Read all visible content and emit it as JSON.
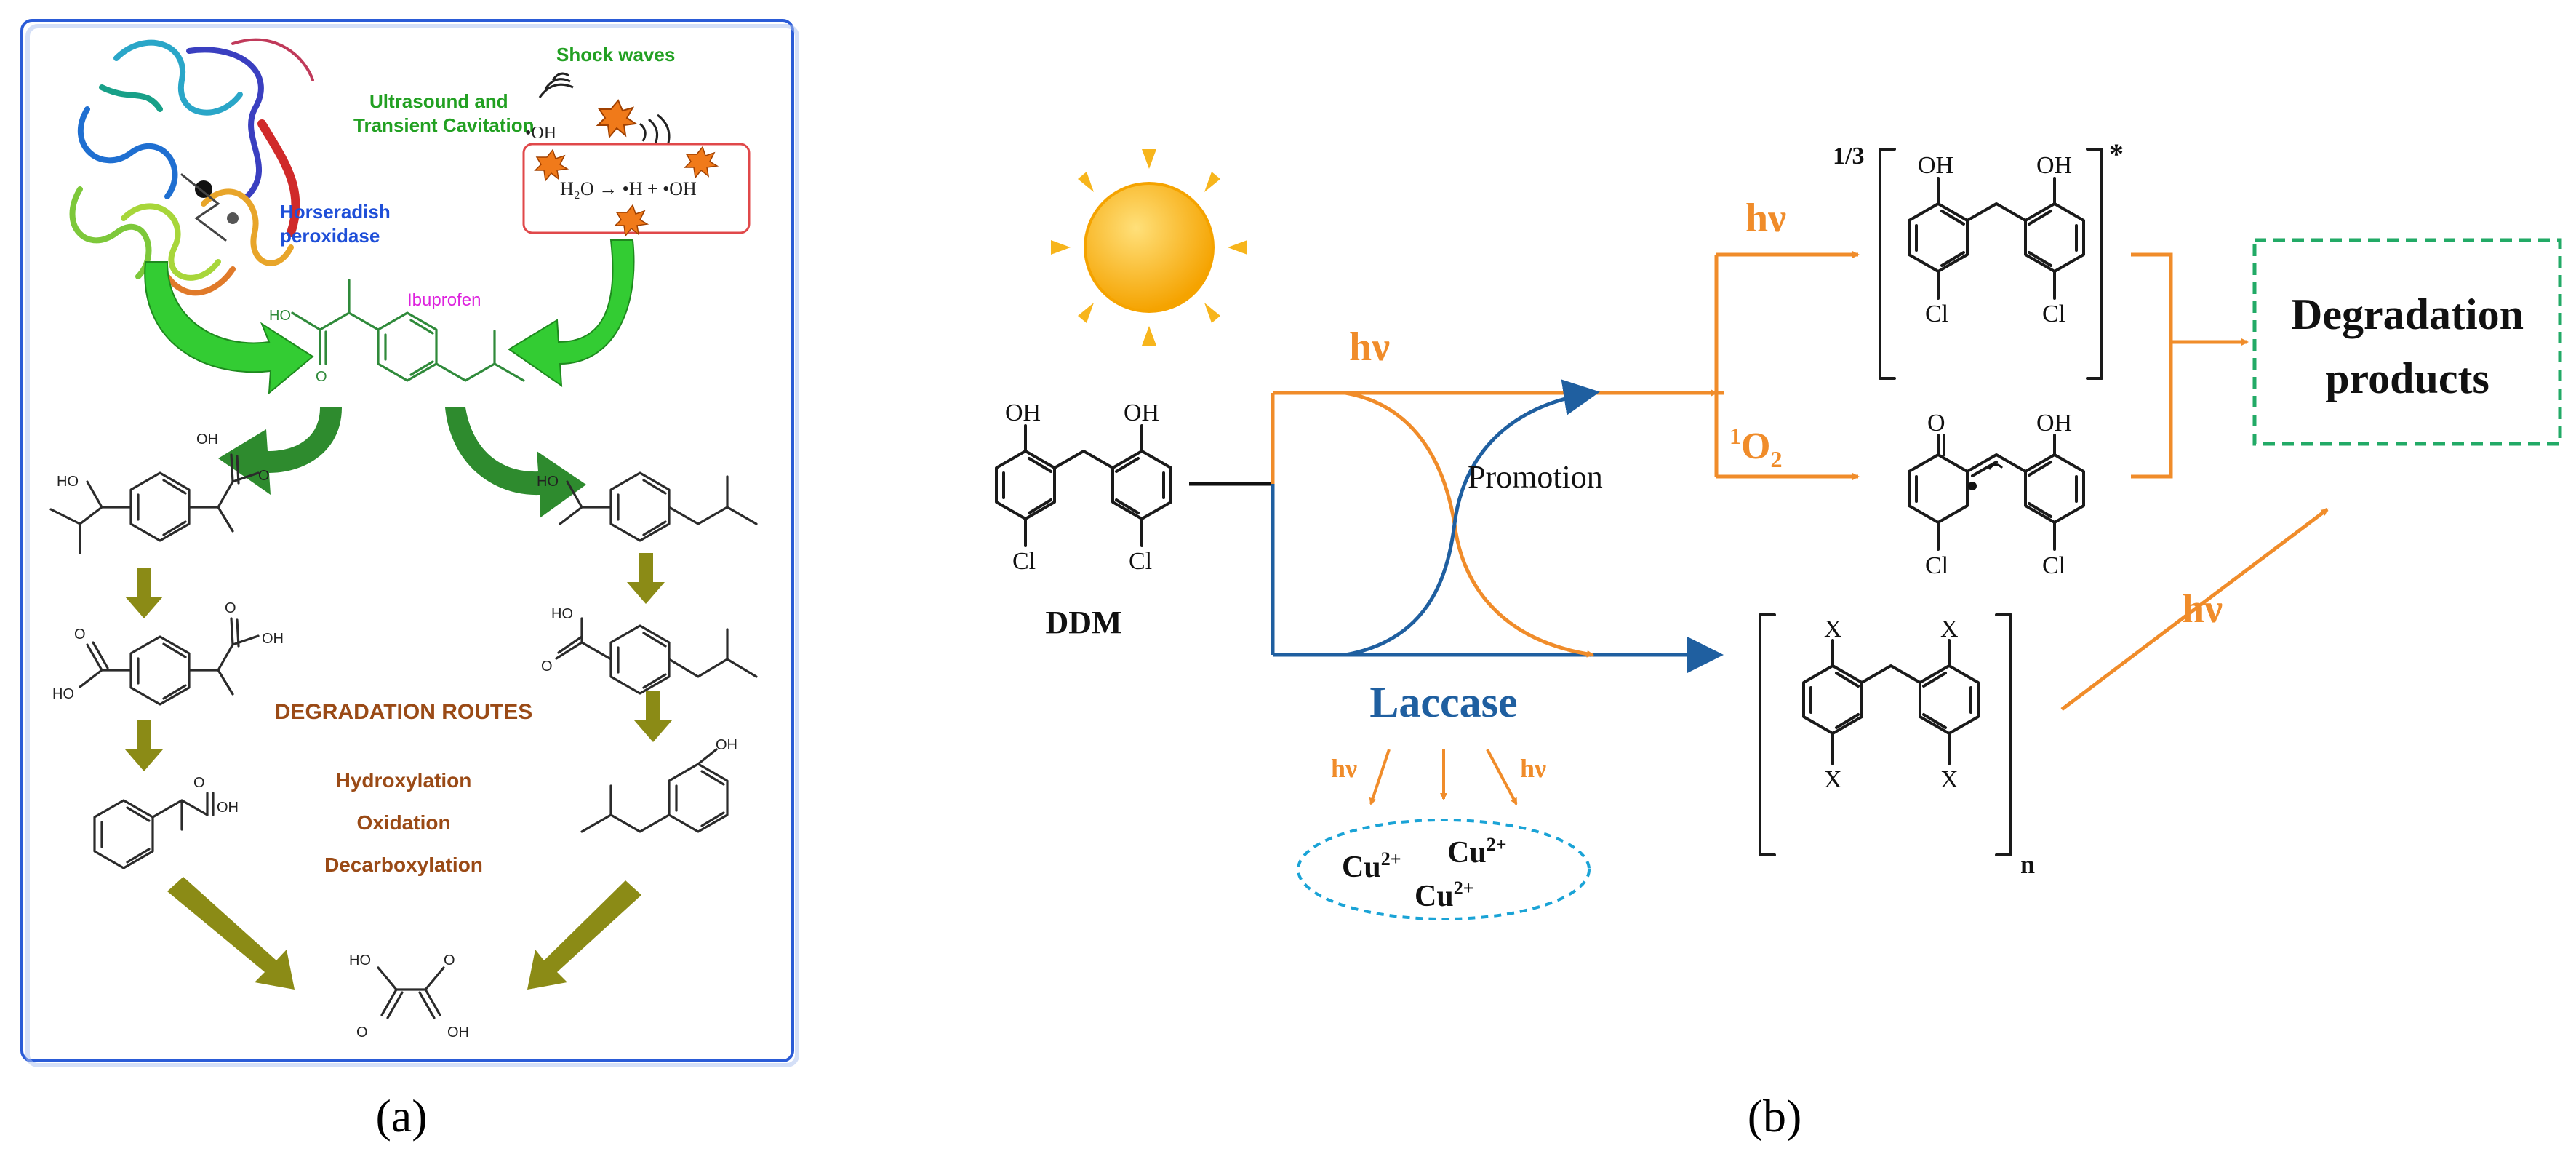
{
  "panel_a": {
    "caption": "(a)",
    "top_labels": {
      "shock_waves": "Shock waves",
      "ultrasound_line1": "Ultrasound and",
      "ultrasound_line2": "Transient Cavitation",
      "hydroxyl": "•OH",
      "equation": "H₂O → •H + •OH",
      "enzyme_line1": "Horseradish",
      "enzyme_line2": "peroxidase",
      "ibuprofen": "Ibuprofen"
    },
    "routes_title": "DEGRADATION ROUTES",
    "routes": [
      "Hydroxylation",
      "Oxidation",
      "Decarboxylation"
    ],
    "atoms": {
      "ho": "HO",
      "o": "O",
      "oh": "OH"
    },
    "colors": {
      "frame": "#2a5bd7",
      "green_arrow": "#33cc33",
      "dark_green_arrow": "#2e8b2e",
      "olive_arrow": "#8b8b16",
      "label_green": "#22a022",
      "label_blue": "#1f4fd8",
      "label_magenta": "#dd22dd",
      "label_brown": "#9a4a16"
    }
  },
  "panel_b": {
    "caption": "(b)",
    "substrate": {
      "name": "DDM",
      "oh": "OH",
      "cl": "Cl"
    },
    "hv": "hν",
    "singlet_oxygen": {
      "sup": "1",
      "main": "O",
      "sub": "2"
    },
    "promotion": "Promotion",
    "laccase": "Laccase",
    "copper": {
      "ion": "Cu",
      "charge": "2+"
    },
    "triplet": {
      "fraction": "1/3",
      "mark": "*"
    },
    "radical_o": "O",
    "polymer": {
      "x": "X",
      "n": "n"
    },
    "products_line1": "Degradation",
    "products_line2": "products",
    "colors": {
      "orange": "#f08c2a",
      "blue": "#1f5fa0",
      "green_box": "#22aa66",
      "sun": "#f7b51c",
      "copper_ellipse": "#1aa3d6"
    }
  }
}
